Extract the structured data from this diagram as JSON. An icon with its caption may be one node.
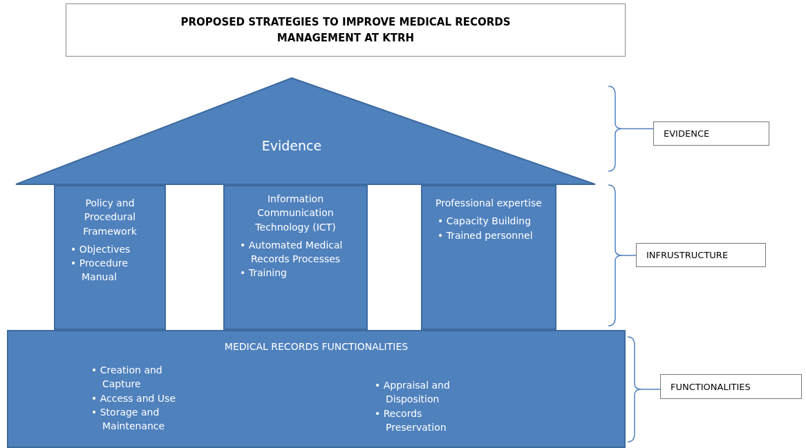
{
  "diagram": {
    "title": "PROPOSED STRATEGIES TO IMPROVE MEDICAL RECORDS MANAGEMENT AT KTRH",
    "nodes": [
      {
        "text": [
          "Evidence"
        ]
      },
      {
        "text": [
          "Policy and Procedural Framework",
          "• Objectives",
          "• Procedure Manual"
        ]
      },
      {
        "text": [
          "Information Communication Technology (ICT)",
          "• Automated Medical Records Processes",
          "• Training"
        ]
      },
      {
        "text": [
          "Professional expertise",
          "• Capacity Building",
          "• Trained personnel"
        ]
      },
      {
        "text": [
          "MEDICAL RECORDS FUNCTIONALITIES",
          "• Creation and Capture",
          "• Access and Use",
          "• Storage and Maintenance",
          "• Appraisal and Disposition",
          "• Records Preservation"
        ]
      },
      {
        "text": [
          "EVIDENCE"
        ]
      },
      {
        "text": [
          "INFRUSTRUCTURE"
        ]
      },
      {
        "text": [
          "FUNCTIONALITIES"
        ]
      }
    ]
  }
}
